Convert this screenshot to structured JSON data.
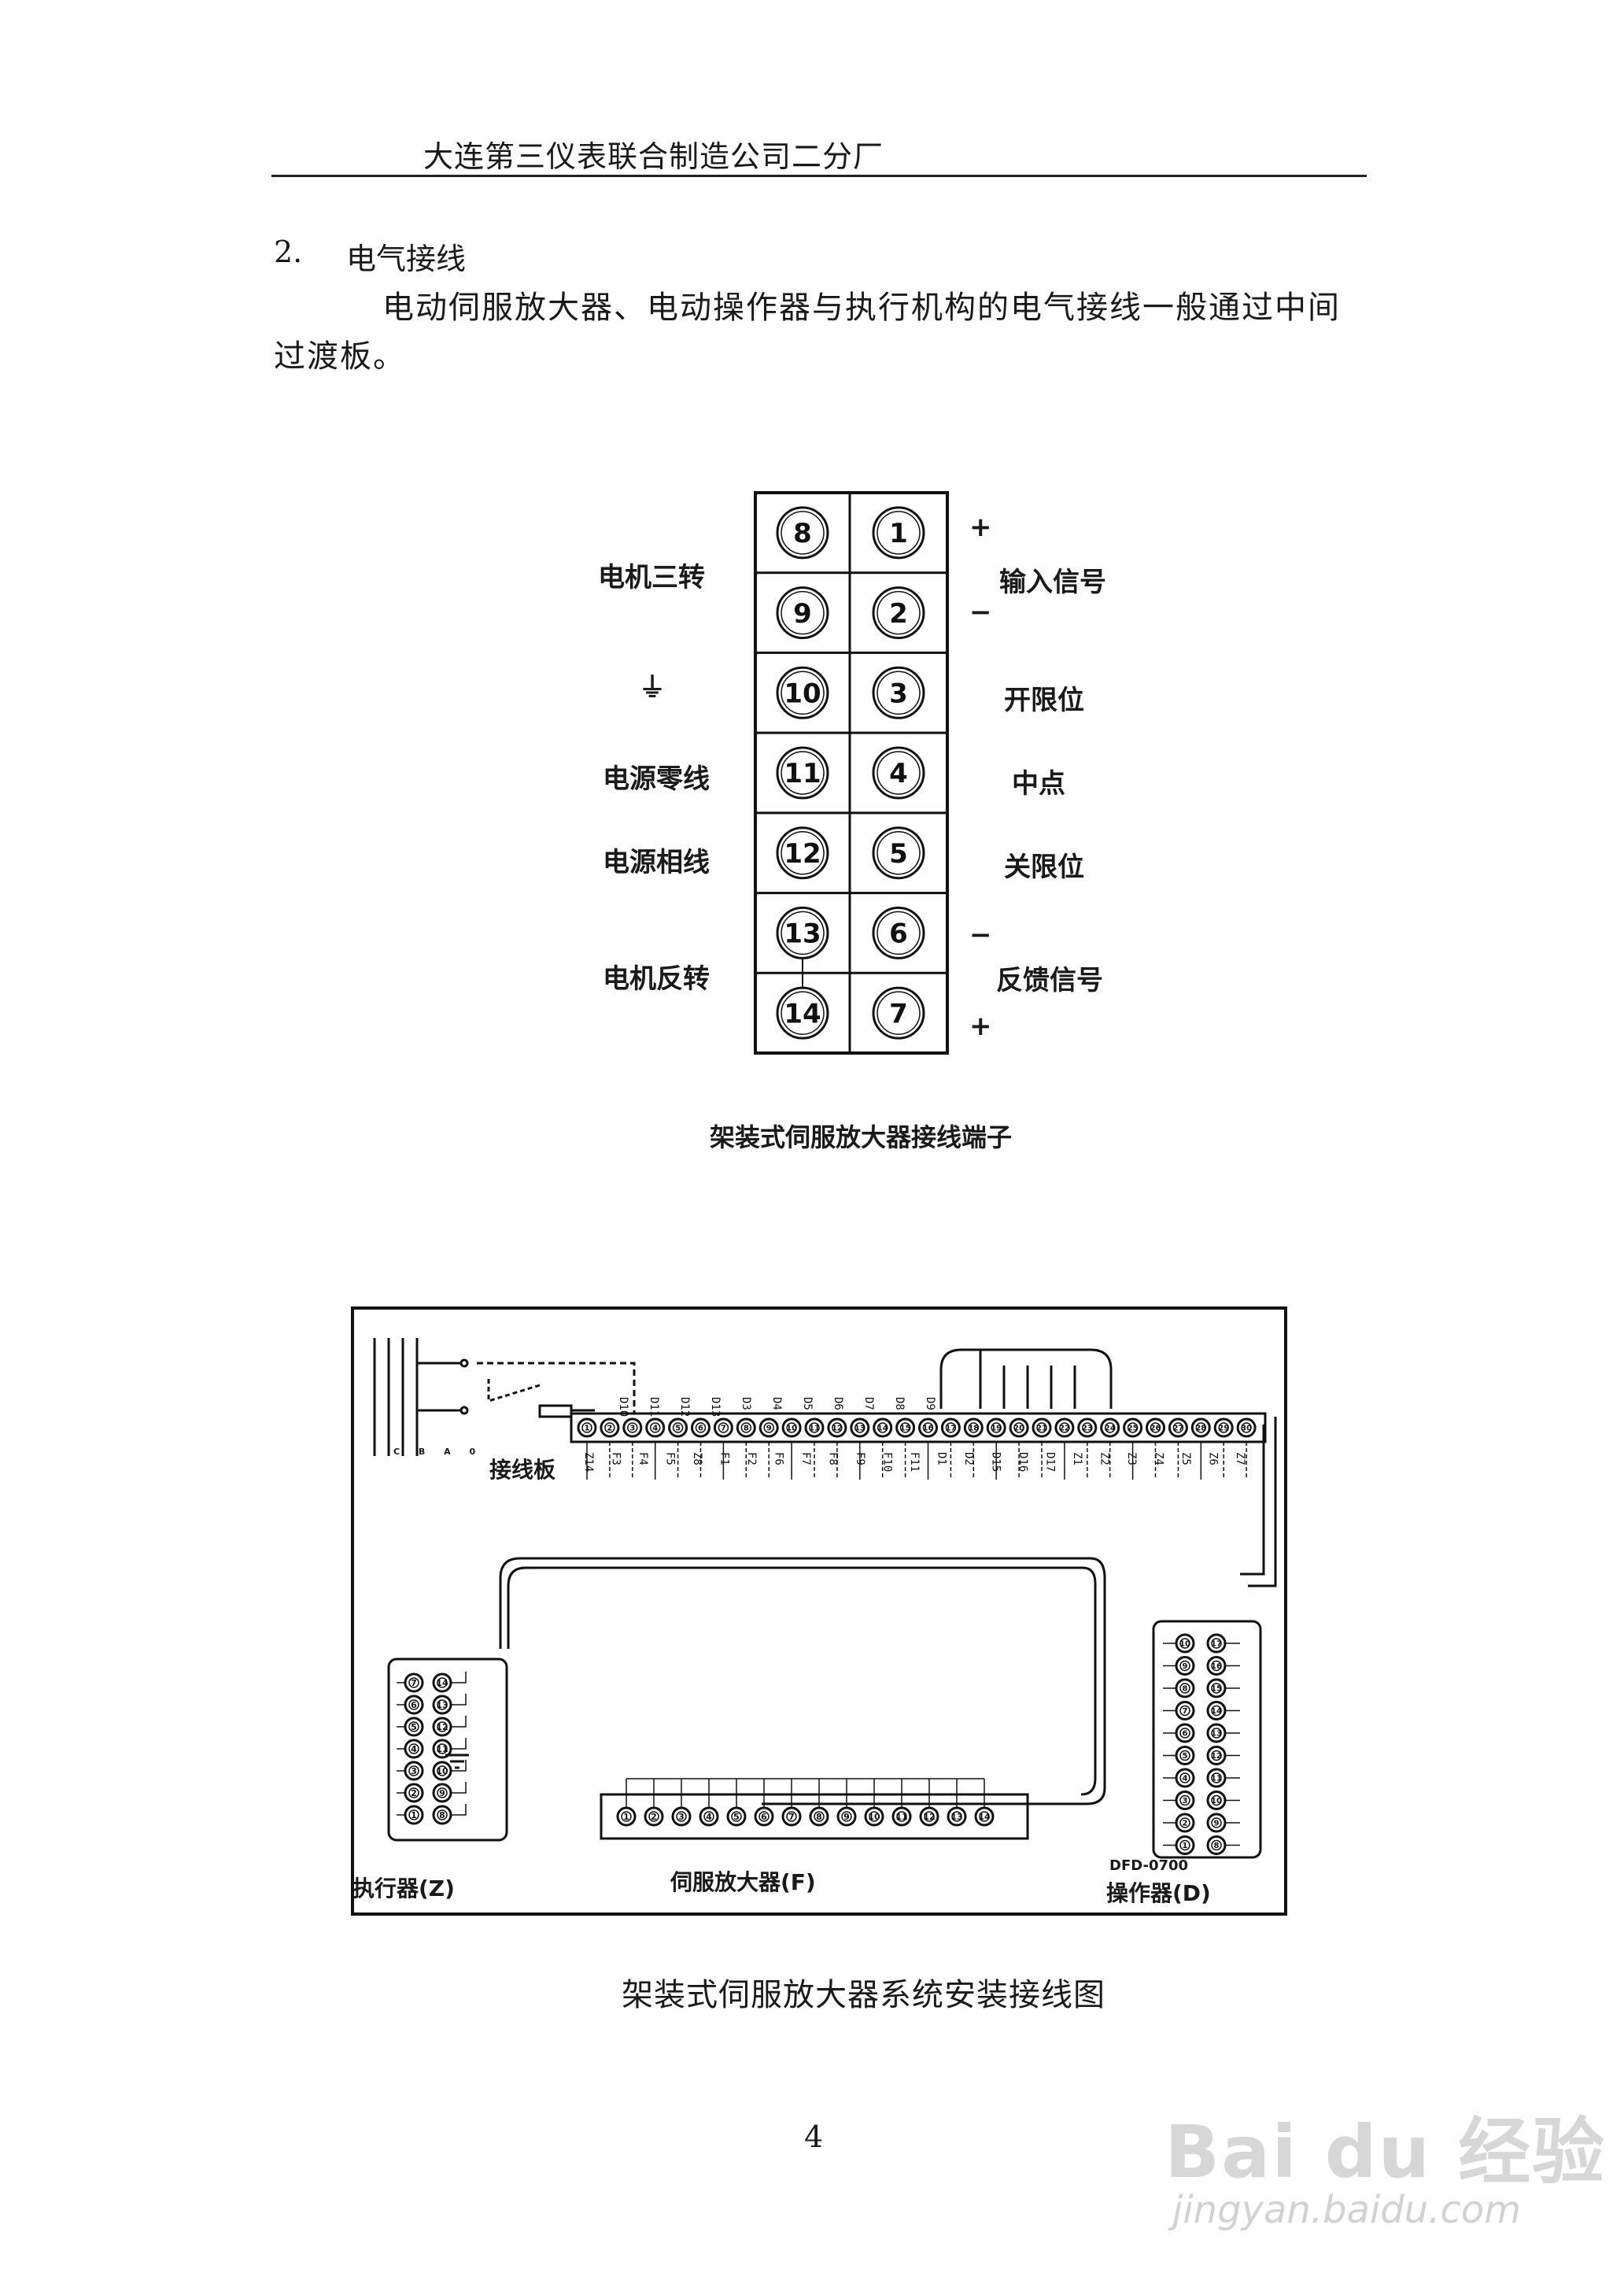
{
  "header": {
    "company": "大连第三仪表联合制造公司二分厂"
  },
  "section": {
    "number": "2.",
    "title": "电气接线"
  },
  "paragraph": {
    "line1": "电动伺服放大器、电动操作器与执行机构的电气接线一般通过中间",
    "line2": "过渡板。"
  },
  "terminal_block": {
    "caption": "架装式伺服放大器接线端子",
    "left_column": [
      "8",
      "9",
      "10",
      "11",
      "12",
      "13",
      "14"
    ],
    "right_column": [
      "1",
      "2",
      "3",
      "4",
      "5",
      "6",
      "7"
    ],
    "left_labels": {
      "motor_cw": "电机三转",
      "ground": "⏚",
      "neutral": "电源零线",
      "phase": "电源相线",
      "motor_ccw": "电机反转"
    },
    "right_labels": {
      "plus_top": "+",
      "input": "输入信号",
      "minus_top": "−",
      "open_limit": "开限位",
      "midpoint": "中点",
      "close_limit": "关限位",
      "minus_bottom": "−",
      "feedback": "反馈信号",
      "plus_bottom": "+"
    }
  },
  "wiring_diagram": {
    "caption": "架装式伺服放大器系统安装接线图",
    "power_lines": "C B A 0",
    "board_label": "接线板",
    "board_terminals": [
      "1",
      "2",
      "3",
      "4",
      "5",
      "6",
      "7",
      "8",
      "9",
      "10",
      "11",
      "12",
      "13",
      "14",
      "15",
      "16",
      "17",
      "18",
      "19",
      "20",
      "21",
      "22",
      "23",
      "24",
      "25",
      "26",
      "27",
      "28",
      "29",
      "30"
    ],
    "top_codes": [
      "D10",
      "D11",
      "D12",
      "D13",
      "D3",
      "D4",
      "D5",
      "D6",
      "D7",
      "D8",
      "D9"
    ],
    "bottom_codes": [
      "Z14",
      "F3",
      "F4",
      "F5",
      "Z8",
      "F1",
      "F2",
      "F6",
      "F7",
      "F8",
      "F9",
      "F10",
      "F11",
      "D1",
      "D2",
      "D15",
      "D16",
      "D17",
      "Z1",
      "Z2",
      "Z3",
      "Z4",
      "Z5",
      "Z6",
      "Z7"
    ],
    "actuator": {
      "label": "执行器(Z)",
      "left": [
        "7",
        "6",
        "5",
        "4",
        "3",
        "2",
        "1"
      ],
      "right": [
        "14",
        "13",
        "12",
        "11",
        "10",
        "9",
        "8"
      ]
    },
    "amplifier": {
      "label": "伺服放大器(F)",
      "terminals": [
        "1",
        "2",
        "3",
        "4",
        "5",
        "6",
        "7",
        "8",
        "9",
        "10",
        "11",
        "12",
        "13",
        "14"
      ]
    },
    "operator": {
      "label": "操作器(D)",
      "model": "DFD-0700",
      "left": [
        "10",
        "9",
        "8",
        "7",
        "6",
        "5",
        "4",
        "3",
        "2",
        "1"
      ],
      "right": [
        "17",
        "16",
        "15",
        "14",
        "13",
        "12",
        "11",
        "10",
        "9",
        "8"
      ]
    }
  },
  "page_number": "4",
  "watermark": {
    "logo": "Bai du 经验",
    "url": "jingyan.baidu.com"
  }
}
